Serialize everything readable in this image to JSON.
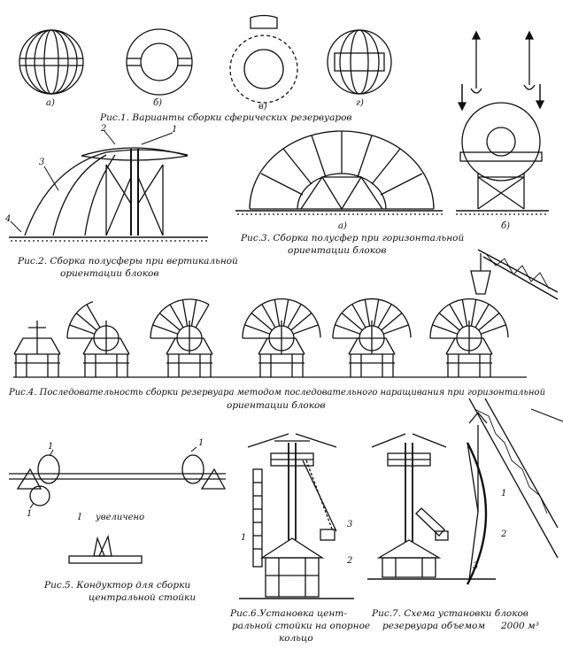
{
  "fig1": {
    "caption": "Рис.1. Варианты сборки сферических резервуаров",
    "labels": [
      "а)",
      "б)",
      "в)",
      "г)"
    ]
  },
  "fig2": {
    "caption_line1": "Рис.2. Сборка полусферы при вертикальной",
    "caption_line2": "ориентации блоков",
    "callouts": [
      "1",
      "2",
      "3",
      "4"
    ]
  },
  "fig3": {
    "caption_line1": "Рис.3. Сборка полусфер при горизонтальной",
    "caption_line2": "ориентации блоков",
    "labels": [
      "а)",
      "б)"
    ]
  },
  "fig4": {
    "caption_line1": "Рис.4. Последовательность сборки резервуара методом последовательного наращивания при горизонтальной",
    "caption_line2": "ориентации блоков"
  },
  "fig5": {
    "caption_line1": "Рис.5. Кондуктор для сборки",
    "caption_line2": "центральной стойки",
    "callouts": [
      "1",
      "1",
      "1"
    ],
    "zoom_label": "I",
    "zoom_text": "увеличено"
  },
  "fig6": {
    "caption_line1": "Рис.6.Установка цент-",
    "caption_line2": "ральной стойки на опорное",
    "caption_line3": "кольцо",
    "callouts": [
      "1",
      "2",
      "3"
    ]
  },
  "fig7": {
    "caption_line1": "Рис.7. Схема установки блоков",
    "caption_line2": "резервуара объемом",
    "volume": "2000 м³",
    "callouts": [
      "1",
      "2",
      "3"
    ]
  }
}
